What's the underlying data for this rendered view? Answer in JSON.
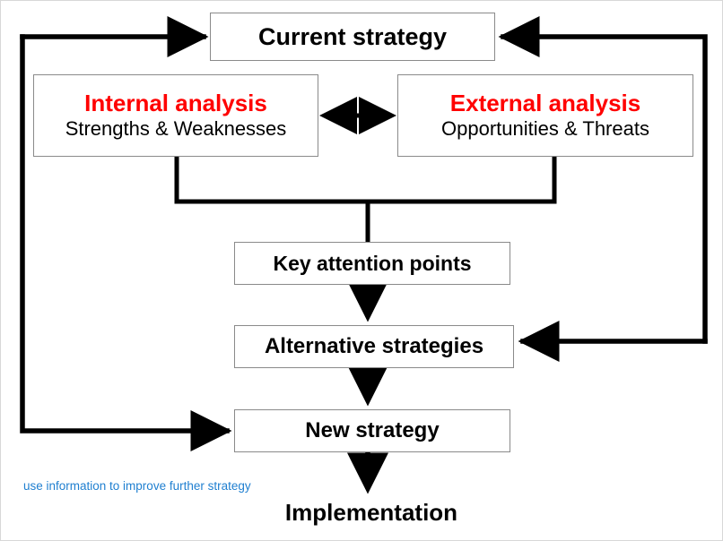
{
  "diagram": {
    "title_semantic": "strategy-development-cycle",
    "colors": {
      "accent_red": "#ff0000",
      "annotation_blue": "#1f7fd0",
      "connector_black": "#000000",
      "box_border_gray": "#8a8a8a",
      "background": "#ffffff"
    },
    "nodes": {
      "current_strategy": {
        "title": "Current strategy",
        "subtitle": ""
      },
      "internal_analysis": {
        "title": "Internal analysis",
        "subtitle": "Strengths & Weaknesses"
      },
      "external_analysis": {
        "title": "External analysis",
        "subtitle": "Opportunities & Threats"
      },
      "key_attention_points": {
        "title": "Key attention points",
        "subtitle": ""
      },
      "alternative_strategies": {
        "title": "Alternative strategies",
        "subtitle": ""
      },
      "new_strategy": {
        "title": "New strategy",
        "subtitle": ""
      },
      "implementation": {
        "title": "Implementation",
        "subtitle": ""
      }
    },
    "annotation": {
      "note": "use information to improve further strategy"
    },
    "connectors": [
      {
        "name": "internal-external-link",
        "from": "internal_analysis",
        "to": "external_analysis",
        "style": "double-arrow"
      },
      {
        "name": "analysis-merge-to-key-points",
        "from": "internal_analysis,external_analysis",
        "to": "key_attention_points",
        "style": "merge-line"
      },
      {
        "name": "key-points-to-alternatives",
        "from": "key_attention_points",
        "to": "alternative_strategies",
        "style": "arrow-down"
      },
      {
        "name": "alternatives-to-new-strategy",
        "from": "alternative_strategies",
        "to": "new_strategy",
        "style": "arrow-down"
      },
      {
        "name": "new-strategy-to-implementation",
        "from": "new_strategy",
        "to": "implementation",
        "style": "arrow-down"
      },
      {
        "name": "feedback-left-loop",
        "from": "current_strategy",
        "to": "new_strategy",
        "style": "elbow-arrow-left"
      },
      {
        "name": "feedback-right-loop",
        "from": "alternative_strategies",
        "to": "current_strategy",
        "style": "elbow-arrow-right"
      }
    ]
  }
}
